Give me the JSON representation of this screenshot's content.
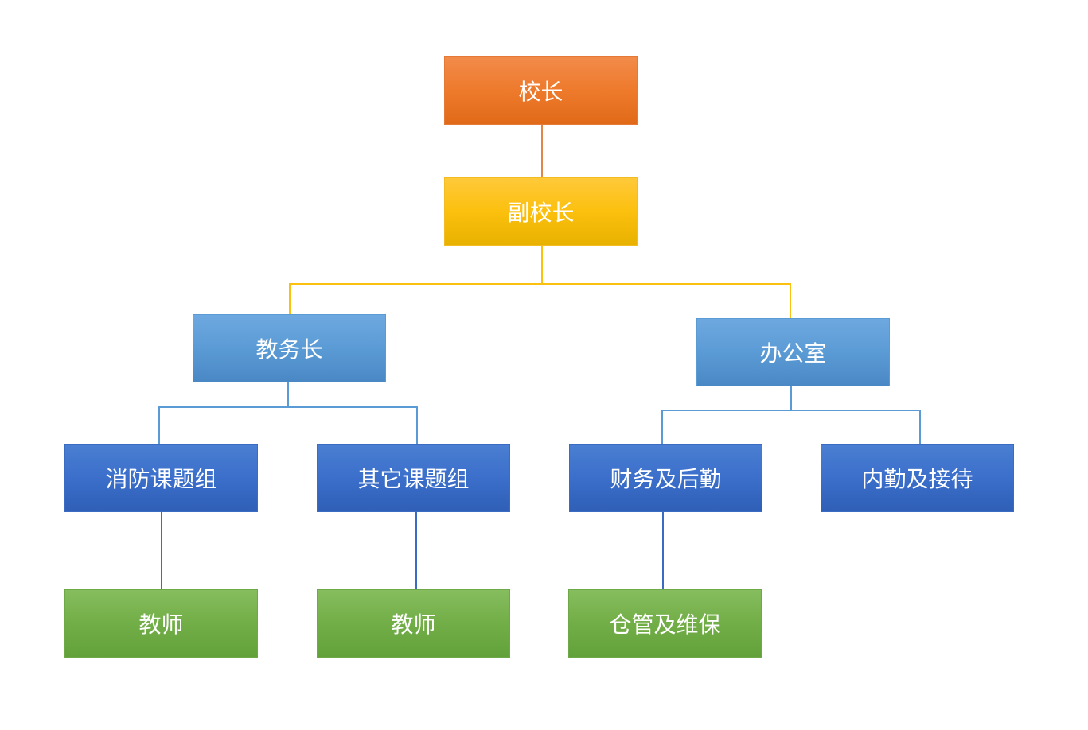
{
  "nodes": {
    "principal": "校长",
    "vice_principal": "副校长",
    "dean": "教务长",
    "office": "办公室",
    "fire_group": "消防课题组",
    "other_group": "其它课题组",
    "finance": "财务及后勤",
    "reception": "内勤及接待",
    "teacher_1": "教师",
    "teacher_2": "教师",
    "warehouse": "仓管及维保"
  },
  "colors": {
    "orange": "#ee7a2c",
    "yellow": "#fcc00e",
    "light_blue": "#5b9bd5",
    "blue": "#3b6fcb",
    "green": "#72ae47",
    "connector_orange": "#e2874a",
    "connector_yellow": "#fcc00e",
    "connector_light_blue": "#5b9bd5",
    "connector_blue": "#3a6cc4"
  }
}
